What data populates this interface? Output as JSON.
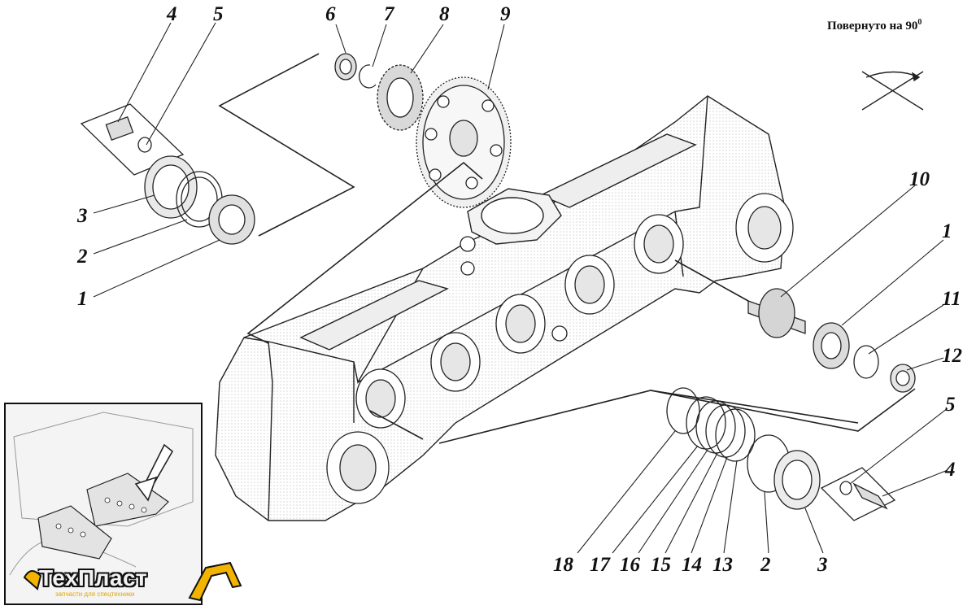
{
  "caption": "Повернуто на 90",
  "caption_sup": "0",
  "callouts": [
    "1",
    "2",
    "3",
    "4",
    "5",
    "6",
    "7",
    "8",
    "9",
    "10",
    "11",
    "12",
    "13",
    "14",
    "15",
    "16",
    "17",
    "18"
  ],
  "brand": {
    "name": "ТехПласт",
    "tagline": "запчасти для спецтехники",
    "accent": "#f2b400"
  },
  "colors": {
    "line": "#222222",
    "shade": "#cfcfcf",
    "paper": "#ffffff"
  }
}
